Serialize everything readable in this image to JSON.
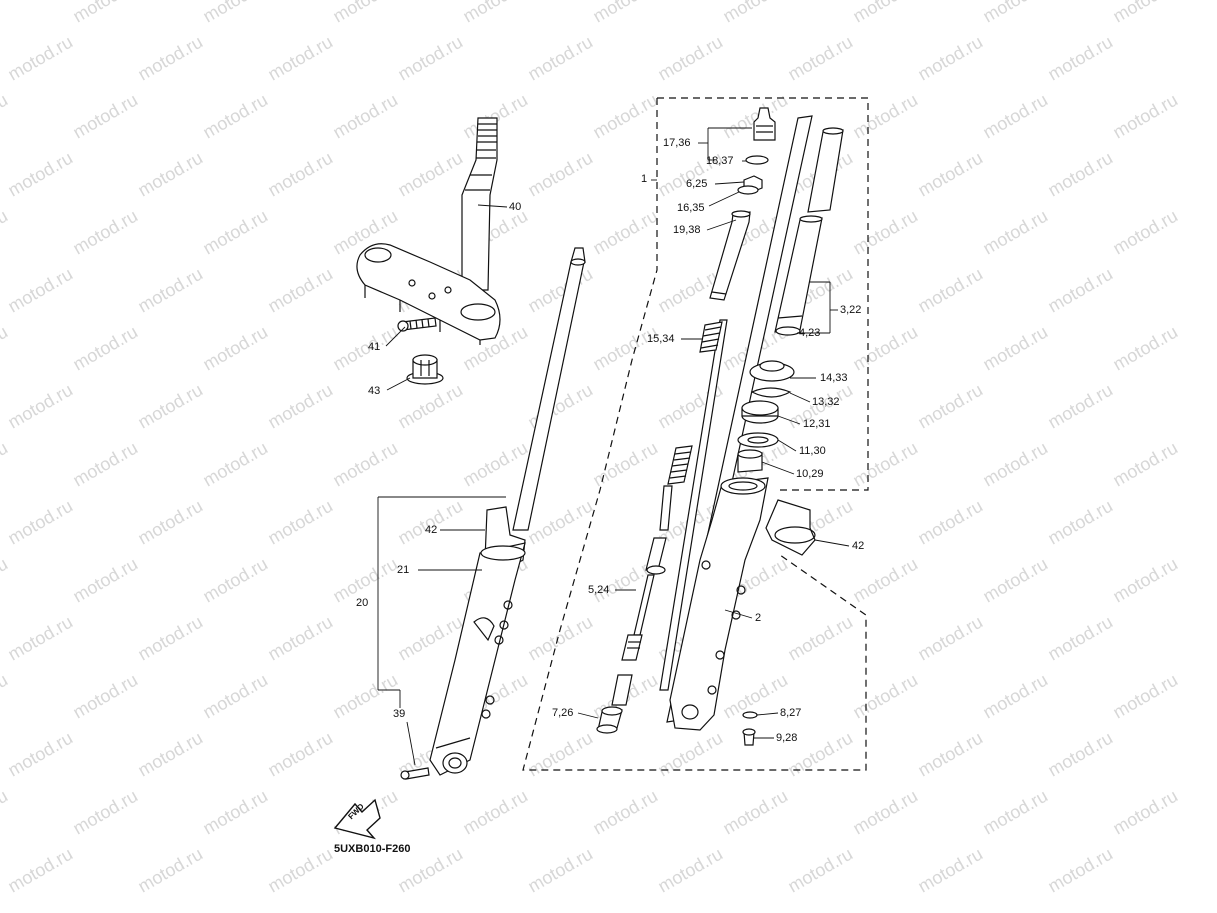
{
  "watermark": "motod.ru",
  "diagram_code": "5UXB010-F260",
  "fwd_label": "FWD",
  "callouts": {
    "c40": "40",
    "c41": "41",
    "c43": "43",
    "c42_left": "42",
    "c21": "21",
    "c20": "20",
    "c39": "39",
    "c1": "1",
    "c17_36": "17,36",
    "c18_37": "18,37",
    "c6_25": "6,25",
    "c16_35": "16,35",
    "c19_38": "19,38",
    "c15_34": "15,34",
    "c5_24": "5,24",
    "c7_26": "7,26",
    "c3_22": "3,22",
    "c4_23": "4,23",
    "c14_33": "14,33",
    "c13_32": "13,32",
    "c12_31": "12,31",
    "c11_30": "11,30",
    "c10_29": "10,29",
    "c42_right": "42",
    "c2": "2",
    "c8_27": "8,27",
    "c9_28": "9,28"
  },
  "colors": {
    "line": "#111111",
    "watermark": "#d7d7d7",
    "background": "#ffffff"
  }
}
